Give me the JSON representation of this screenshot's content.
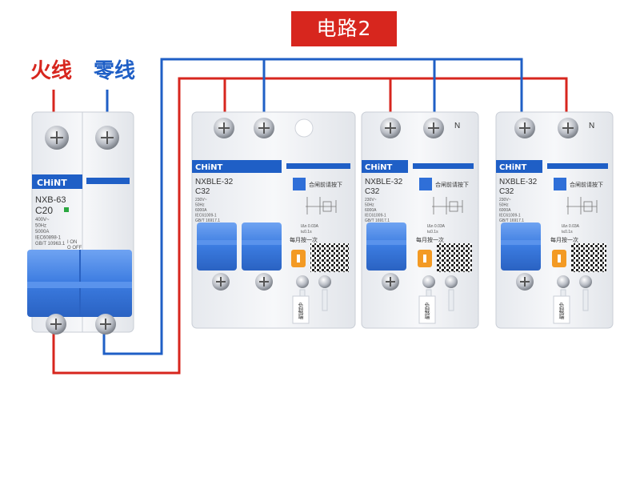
{
  "title": "电路2",
  "labels": {
    "live": "火线",
    "neutral": "零线"
  },
  "wire_colors": {
    "live": "#d7261e",
    "neutral": "#1f5fc6"
  },
  "main_breaker": {
    "brand": "CHiNT",
    "model": "NXB-63",
    "rating": "C20",
    "specs": [
      "400V~",
      "50Hz",
      "5000A",
      "IEC60898-1",
      "GB/T 10963.1"
    ],
    "state_on": "I ON",
    "state_off": "O OFF"
  },
  "rcbos": [
    {
      "brand": "CHiNT",
      "model": "NXBLE-32",
      "rating": "C32",
      "specs": [
        "230V~",
        "50Hz",
        "6000A",
        "IEC61009-1",
        "GB/T 16917.1"
      ],
      "press_note": "合闸前请按下",
      "monthly_note": "每月按一次",
      "sensitivity": "IΔn 0.03A",
      "trip_time": "t≤0.1s",
      "load_label": "负载端",
      "neutral_mark": ""
    },
    {
      "brand": "CHiNT",
      "model": "NXBLE-32",
      "rating": "C32",
      "specs": [
        "230V~",
        "50Hz",
        "6000A",
        "IEC61009-1",
        "GB/T 16917.1"
      ],
      "press_note": "合闸前请按下",
      "monthly_note": "每月按一次",
      "sensitivity": "IΔn 0.03A",
      "trip_time": "t≤0.1s",
      "load_label": "负载端",
      "neutral_mark": "N"
    },
    {
      "brand": "CHiNT",
      "model": "NXBLE-32",
      "rating": "C32",
      "specs": [
        "230V~",
        "50Hz",
        "6000A",
        "IEC61009-1",
        "GB/T 16917.1"
      ],
      "press_note": "合闸前请按下",
      "monthly_note": "每月按一次",
      "sensitivity": "IΔn 0.03A",
      "trip_time": "t≤0.1s",
      "load_label": "负载端",
      "neutral_mark": "N"
    }
  ]
}
